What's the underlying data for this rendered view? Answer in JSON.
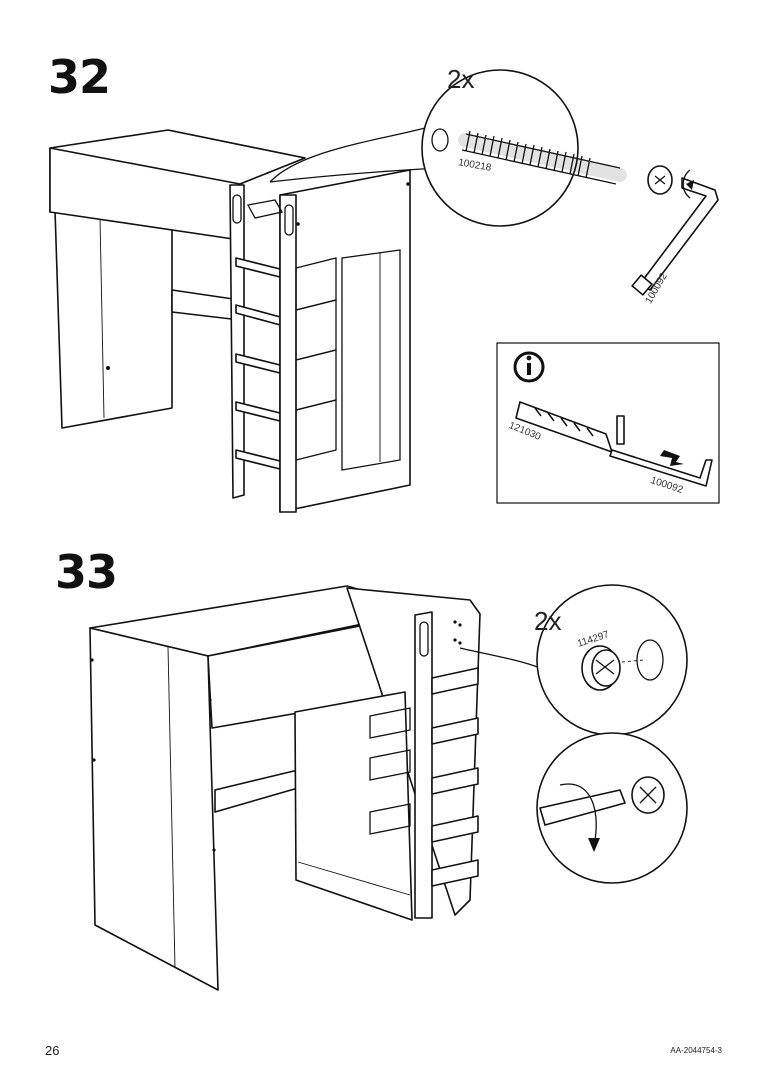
{
  "steps": [
    {
      "number": "32",
      "quantity": "2x",
      "parts": [
        "100218",
        "100092"
      ],
      "info_parts": [
        "121030",
        "100092"
      ]
    },
    {
      "number": "33",
      "quantity": "2x",
      "parts": [
        "114297"
      ]
    }
  ],
  "info_icon": "info-icon",
  "footer": {
    "page_number": "26",
    "doc_id": "AA-2044754-3"
  }
}
